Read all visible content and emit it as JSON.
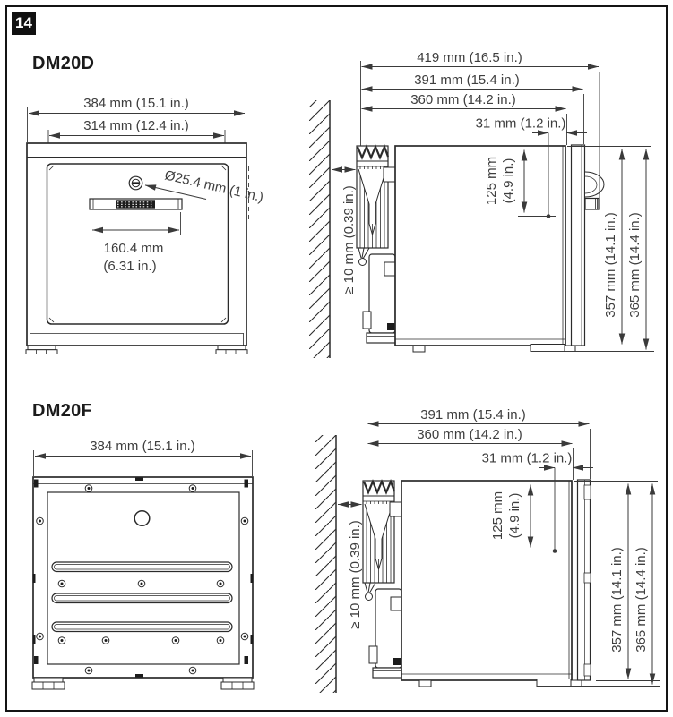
{
  "figure": {
    "number": "14"
  },
  "dm20d": {
    "title": "DM20D",
    "front": {
      "overall_width": "384 mm (15.1 in.)",
      "door_width": "314 mm (12.4 in.)",
      "lock_diameter": "Ø25.4 mm (1 in.)",
      "vent_width_mm": "160.4 mm",
      "vent_width_in": "(6.31 in.)"
    },
    "side": {
      "overall_depth": "419 mm (16.5 in.)",
      "body_depth": "391 mm (15.4 in.)",
      "cabinet_depth": "360 mm (14.2 in.)",
      "hinge_offset": "31 mm (1.2 in.)",
      "hinge_drop_mm": "125 mm",
      "hinge_drop_in": "(4.9 in.)",
      "wall_clearance": "≥ 10 mm (0.39 in.)",
      "body_height": "357 mm (14.1 in.)",
      "overall_height": "365 mm (14.4 in.)"
    }
  },
  "dm20f": {
    "title": "DM20F",
    "front": {
      "overall_width": "384 mm (15.1 in.)"
    },
    "side": {
      "body_depth": "391 mm (15.4 in.)",
      "cabinet_depth": "360 mm (14.2 in.)",
      "hinge_offset": "31 mm (1.2 in.)",
      "hinge_drop_mm": "125 mm",
      "hinge_drop_in": "(4.9 in.)",
      "wall_clearance": "≥ 10 mm (0.39 in.)",
      "body_height": "357 mm (14.1 in.)",
      "overall_height": "365 mm (14.4 in.)"
    }
  }
}
